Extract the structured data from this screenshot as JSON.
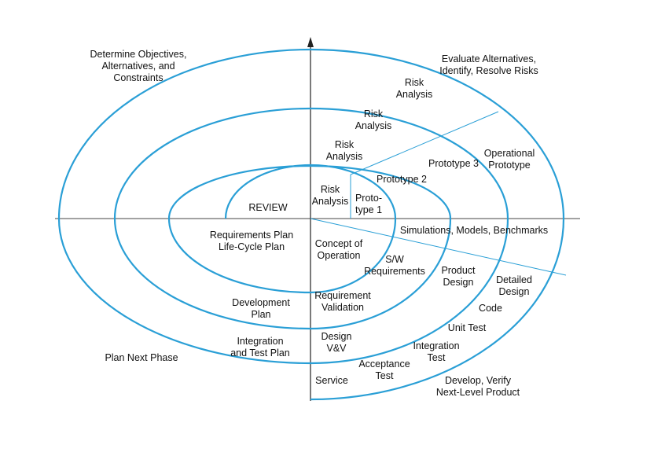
{
  "diagram": {
    "quadrants": {
      "top_left": [
        "Determine Objectives,",
        "Alternatives, and",
        "Constraints"
      ],
      "top_right": [
        "Evaluate Alternatives,",
        "Identify, Resolve Risks"
      ],
      "bottom_left": [
        "Plan Next Phase"
      ],
      "bottom_right": [
        "Develop, Verify",
        "Next-Level Product"
      ]
    },
    "labels": {
      "risk_analysis_outer": [
        "Risk",
        "Analysis"
      ],
      "risk_analysis_second": [
        "Risk",
        "Analysis"
      ],
      "risk_analysis_third": [
        "Risk",
        "Analysis"
      ],
      "risk_analysis_inner": [
        "Risk",
        "Analysis"
      ],
      "prototype_1": [
        "Proto-",
        "type 1"
      ],
      "prototype_2": [
        "Prototype 2"
      ],
      "prototype_3": [
        "Prototype 3"
      ],
      "operational_prototype": [
        "Operational",
        "Prototype"
      ],
      "review": [
        "REVIEW"
      ],
      "simulations": [
        "Simulations, Models, Benchmarks"
      ],
      "requirements_plan": [
        "Requirements Plan",
        "Life-Cycle Plan"
      ],
      "concept_of_operation": [
        "Concept of",
        "Operation"
      ],
      "sw_requirements": [
        "S/W",
        "Requirements"
      ],
      "product_design": [
        "Product",
        "Design"
      ],
      "detailed_design": [
        "Detailed",
        "Design"
      ],
      "code": [
        "Code"
      ],
      "unit_test": [
        "Unit Test"
      ],
      "integration_test": [
        "Integration",
        "Test"
      ],
      "acceptance_test": [
        "Acceptance",
        "Test"
      ],
      "service": [
        "Service"
      ],
      "design_vv": [
        "Design",
        "V&V"
      ],
      "requirement_validation": [
        "Requirement",
        "Validation"
      ],
      "development_plan": [
        "Development",
        "Plan"
      ],
      "integration_test_plan": [
        "Integration",
        "and Test Plan"
      ]
    },
    "colors": {
      "spiral": "#2a9fd6",
      "axes": "#444444",
      "text": "#111111"
    }
  }
}
